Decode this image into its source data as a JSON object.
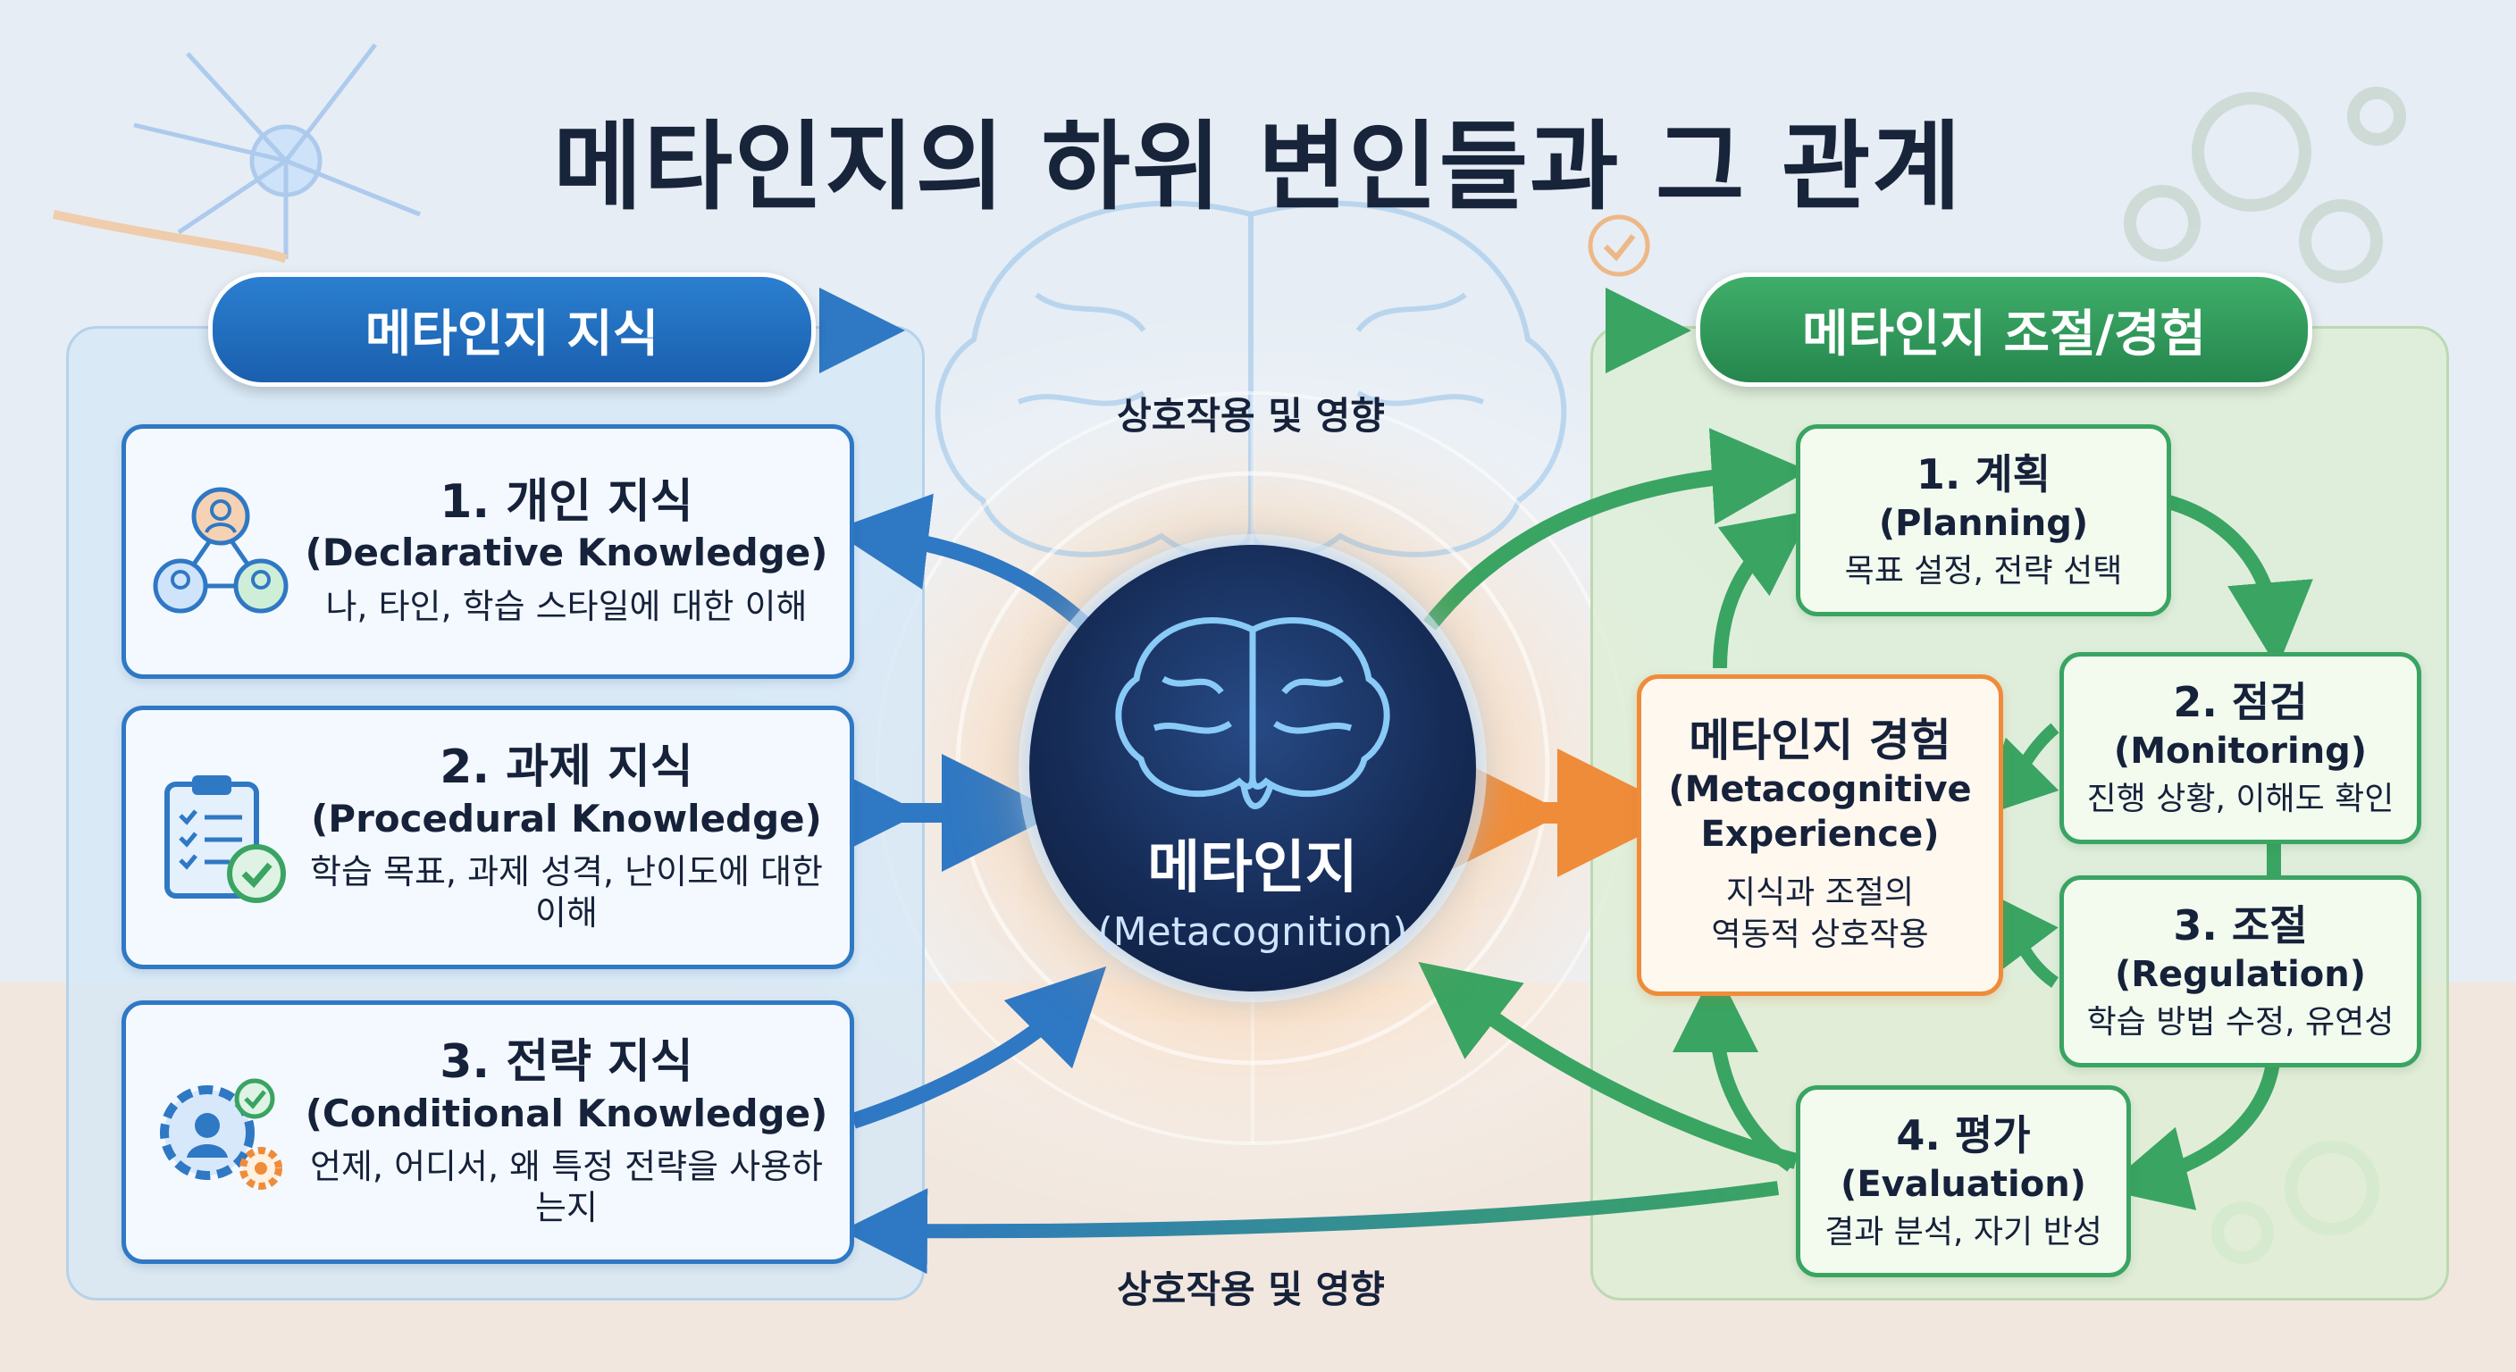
{
  "title": "메타인지의 하위 변인들과 그 관계",
  "left_header": "메타인지 지식",
  "right_header": "메타인지 조절/경험",
  "top_interaction": "상호작용 및 영향",
  "bottom_interaction": "상호작용 및 영향",
  "center": {
    "title": "메타인지",
    "subtitle": "(Metacognition)"
  },
  "knowledge": [
    {
      "title": "1. 개인 지식",
      "subtitle": "(Declarative Knowledge)",
      "desc": "나, 타인, 학습 스타일에 대한 이해",
      "icon": "people-network-icon"
    },
    {
      "title": "2. 과제 지식",
      "subtitle": "(Procedural Knowledge)",
      "desc": "학습 목표, 과제 성격, 난이도에 대한 이해",
      "icon": "clipboard-checklist-icon"
    },
    {
      "title": "3. 전략 지식",
      "subtitle": "(Conditional Knowledge)",
      "desc": "언제, 어디서, 왜 특정 전략을 사용하는지",
      "icon": "gear-person-icon"
    }
  ],
  "regulation": [
    {
      "title": "1. 계획",
      "subtitle": "(Planning)",
      "desc": "목표 설정, 전략 선택"
    },
    {
      "title": "2. 점검",
      "subtitle": "(Monitoring)",
      "desc": "진행 상황, 이해도 확인"
    },
    {
      "title": "3. 조절",
      "subtitle": "(Regulation)",
      "desc": "학습 방법 수정, 유연성"
    },
    {
      "title": "4. 평가",
      "subtitle": "(Evaluation)",
      "desc": "결과 분석, 자기 반성"
    }
  ],
  "experience": {
    "title": "메타인지 경험",
    "subtitle": "(Metacognitive Experience)",
    "desc_line1": "지식과 조절의",
    "desc_line2": "역동적 상호작용"
  },
  "colors": {
    "knowledge_accent": "#2f78c4",
    "regulation_accent": "#3aa462",
    "experience_accent": "#ef8c3a",
    "center": "#162c57"
  }
}
